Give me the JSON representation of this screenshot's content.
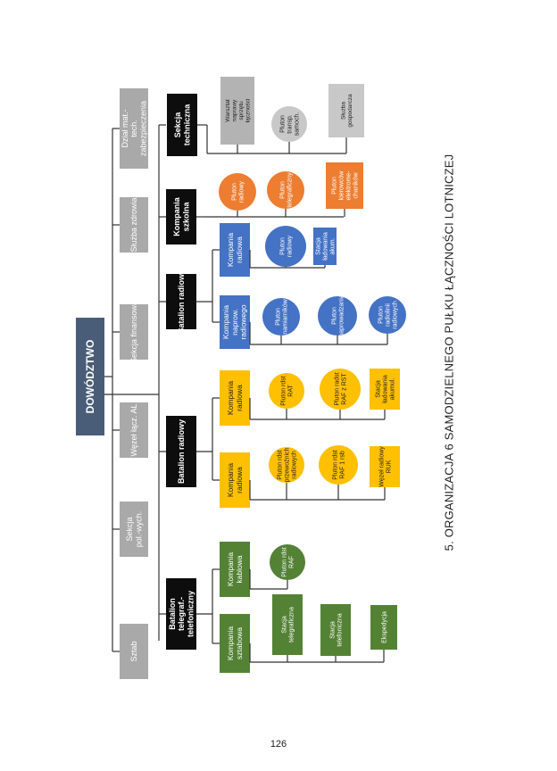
{
  "colors": {
    "command": "#4a5d78",
    "gray": "#a9a9a9",
    "black": "#0d0d0d",
    "blue": "#4472c4",
    "yellow": "#ffc000",
    "green": "#548235",
    "orange": "#ed7d31",
    "connector": "#333333"
  },
  "chart_data": {
    "type": "org-chart",
    "orientation": "rotated-90",
    "root": "DOWÓDZTWO",
    "staff_units": [
      "Sztab",
      "Sekcja pol.-wych.",
      "Węzeł łącz. AL",
      "Sekcja finansowa",
      "Służba zdrowia",
      "Dział mat.- tech. zabezpieczenia"
    ],
    "subordinate_units": [
      {
        "name": "Batalion telegraf.- telefoniczny",
        "color": "black",
        "children": [
          {
            "name": "Kompania sztabowa",
            "color": "green",
            "children": [
              {
                "name": "Stacja telegraficzna",
                "shape": "rect",
                "color": "green"
              },
              {
                "name": "Stacja telefoniczna",
                "shape": "rect",
                "color": "green"
              },
              {
                "name": "Ekspedycja",
                "shape": "rect",
                "color": "green"
              }
            ]
          },
          {
            "name": "Kompania kablowa",
            "color": "green",
            "children": [
              {
                "name": "Pluton rdst RAF",
                "shape": "circle",
                "color": "green"
              }
            ]
          }
        ]
      },
      {
        "name": "Batalion radiowy",
        "color": "black",
        "children": [
          {
            "name": "Kompania radiowa",
            "color": "yellow",
            "children": [
              {
                "name": "Pluton rdst przewoźnich radiowych",
                "shape": "circle",
                "color": "yellow"
              },
              {
                "name": "Pluton rdst RAF 1 rsb",
                "shape": "circle",
                "color": "yellow"
              },
              {
                "name": "Węzeł radiowy RUK",
                "shape": "rect",
                "color": "yellow"
              }
            ]
          },
          {
            "name": "Kompania radiowa",
            "color": "yellow",
            "children": [
              {
                "name": "Pluton rdst RAT",
                "shape": "circle",
                "color": "yellow"
              },
              {
                "name": "Pluton radst RAF z RST",
                "shape": "circle",
                "color": "yellow"
              },
              {
                "name": "Stacja ładowania akumul.",
                "shape": "rect",
                "color": "yellow"
              }
            ]
          }
        ]
      },
      {
        "name": "Batalion radiowy",
        "color": "black",
        "children": [
          {
            "name": "Kompania naprow. radiowego",
            "color": "blue",
            "children": [
              {
                "name": "Pluton namiarników",
                "shape": "circle",
                "color": "blue"
              },
              {
                "name": "Pluton naprowadzania",
                "shape": "circle",
                "color": "blue"
              },
              {
                "name": "Pluton radiolinii radiowych",
                "shape": "circle",
                "color": "blue"
              }
            ]
          },
          {
            "name": "Kompania radiowa",
            "color": "blue",
            "children": [
              {
                "name": "Pluton radiowy",
                "shape": "circle",
                "color": "blue"
              },
              {
                "name": "Stacja ładowania akum.",
                "shape": "rect",
                "color": "blue"
              }
            ]
          }
        ]
      },
      {
        "name": "Kompania szkolna",
        "color": "black",
        "children": [
          {
            "name": "Pluton radiowy",
            "shape": "circle",
            "color": "orange"
          },
          {
            "name": "Pluton telegraficzny",
            "shape": "circle",
            "color": "orange"
          },
          {
            "name": "Pluton kierowców elektrome- chaników",
            "shape": "rect",
            "color": "orange"
          }
        ]
      },
      {
        "name": "Sekcja techniczna",
        "color": "black",
        "children": [
          {
            "name": "Warsztat naprawy sprzętu łączności",
            "shape": "rect",
            "color": "gray"
          },
          {
            "name": "Pluton transp. samoch.",
            "shape": "circle",
            "color": "gray"
          },
          {
            "name": "Służba gospodarcza",
            "shape": "rect",
            "color": "gray"
          }
        ]
      }
    ]
  },
  "caption": "5. ORGANIZACJA 6 SAMODZIELNEGO PUŁKU ŁĄCZNOŚCI LOTNICZEJ",
  "page_number": "126"
}
